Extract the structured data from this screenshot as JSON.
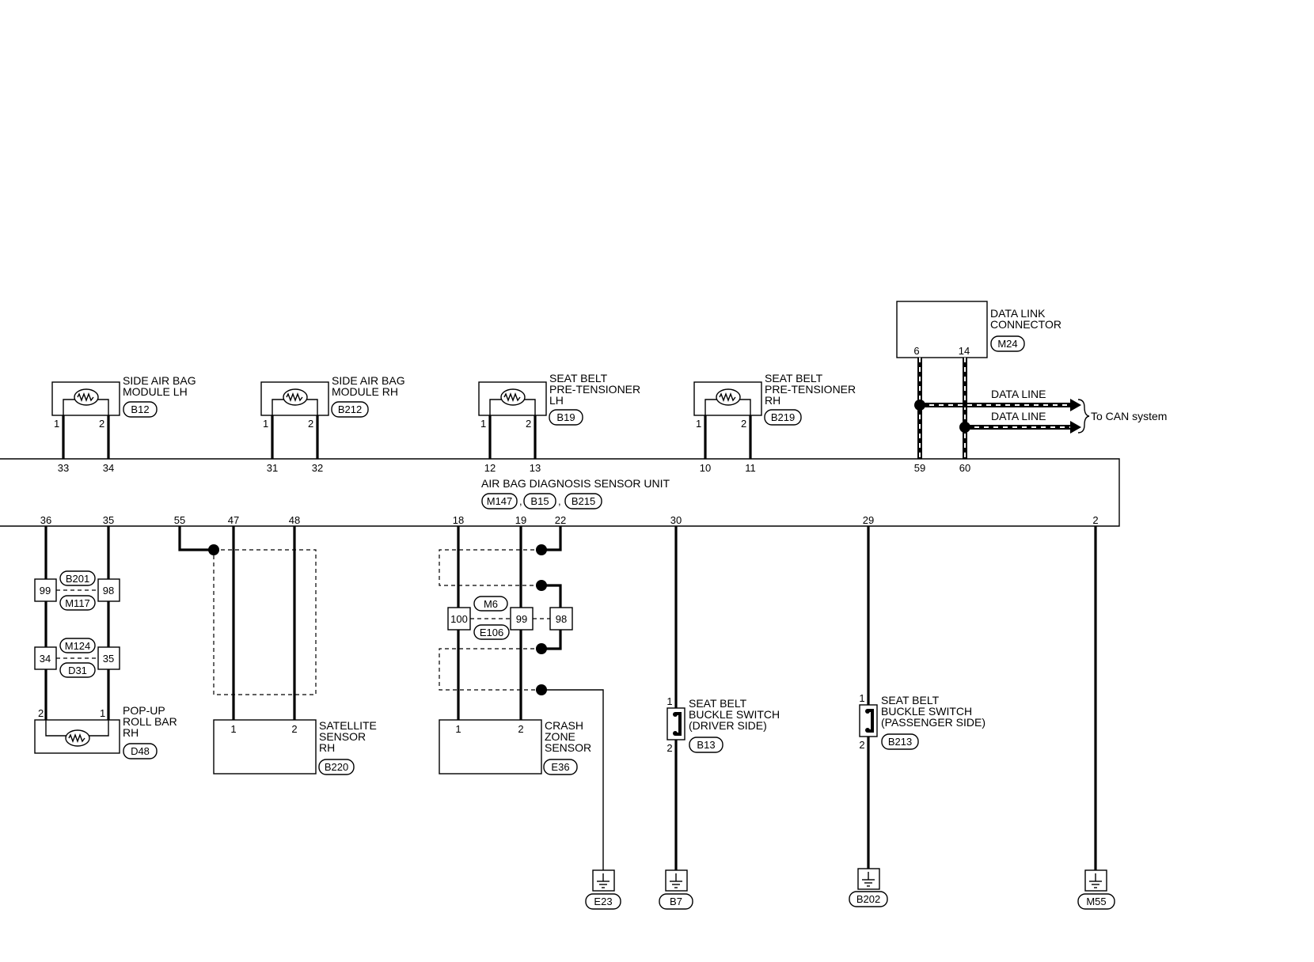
{
  "diagram": {
    "modules": {
      "side_airbag_lh": {
        "l1": "SIDE AIR BAG",
        "l2": "MODULE LH",
        "conn": "B12",
        "pin_a": "1",
        "pin_b": "2",
        "unit_a": "33",
        "unit_b": "34"
      },
      "side_airbag_rh": {
        "l1": "SIDE AIR BAG",
        "l2": "MODULE RH",
        "conn": "B212",
        "pin_a": "1",
        "pin_b": "2",
        "unit_a": "31",
        "unit_b": "32"
      },
      "pretensioner_lh": {
        "l1": "SEAT BELT",
        "l2": "PRE-TENSIONER",
        "l3": "LH",
        "conn": "B19",
        "pin_a": "1",
        "pin_b": "2",
        "unit_a": "12",
        "unit_b": "13"
      },
      "pretensioner_rh": {
        "l1": "SEAT BELT",
        "l2": "PRE-TENSIONER",
        "l3": "RH",
        "conn": "B219",
        "pin_a": "1",
        "pin_b": "2",
        "unit_a": "10",
        "unit_b": "11"
      }
    },
    "dlc": {
      "l1": "DATA LINK",
      "l2": "CONNECTOR",
      "conn": "M24",
      "pin_a": "6",
      "pin_b": "14",
      "unit_a": "59",
      "unit_b": "60",
      "data_line_1": "DATA LINE",
      "data_line_2": "DATA LINE",
      "can_label": "To CAN system"
    },
    "unit": {
      "name": "AIR BAG DIAGNOSIS SENSOR UNIT",
      "conn1": "M147",
      "conn2": "B15",
      "conn3": "B215",
      "sep1": ",",
      "sep2": ","
    },
    "bottom_pins": {
      "p36": "36",
      "p35": "35",
      "p55": "55",
      "p47": "47",
      "p48": "48",
      "p18": "18",
      "p19": "19",
      "p22": "22",
      "p30": "30",
      "p29": "29",
      "p2": "2"
    },
    "rollbar_junctions": {
      "j1_left": "99",
      "j1_right": "98",
      "j1_top": "B201",
      "j1_bottom": "M117",
      "j2_left": "34",
      "j2_right": "35",
      "j2_top": "M124",
      "j2_bottom": "D31"
    },
    "popup_rollbar": {
      "l1": "POP-UP",
      "l2": "ROLL BAR",
      "l3": "RH",
      "conn": "D48",
      "pin_a": "2",
      "pin_b": "1"
    },
    "satellite": {
      "l1": "SATELLITE",
      "l2": "SENSOR",
      "l3": "RH",
      "conn": "B220",
      "pin_a": "1",
      "pin_b": "2"
    },
    "crash_junction": {
      "j_a": "100",
      "j_b": "99",
      "j_c": "98",
      "top": "M6",
      "bottom": "E106"
    },
    "crash_zone": {
      "l1": "CRASH",
      "l2": "ZONE",
      "l3": "SENSOR",
      "conn": "E36",
      "pin_a": "1",
      "pin_b": "2"
    },
    "buckle_driver": {
      "l1": "SEAT BELT",
      "l2": "BUCKLE SWITCH",
      "l3": "(DRIVER SIDE)",
      "conn": "B13",
      "pin_a": "1",
      "pin_b": "2"
    },
    "buckle_passenger": {
      "l1": "SEAT BELT",
      "l2": "BUCKLE SWITCH",
      "l3": "(PASSENGER SIDE)",
      "conn": "B213",
      "pin_a": "1",
      "pin_b": "2"
    },
    "grounds": {
      "g1": "E23",
      "g2": "B7",
      "g3": "B202",
      "g4": "M55"
    }
  }
}
